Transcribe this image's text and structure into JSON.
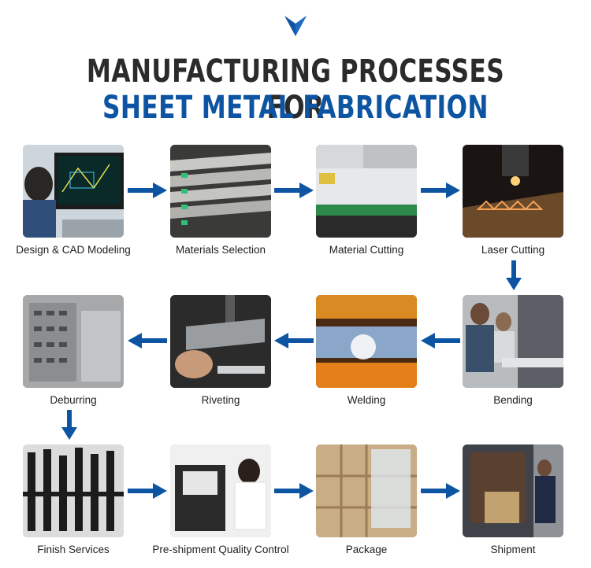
{
  "header": {
    "line1": "MANUFACTURING PROCESSES FOR",
    "line2": "SHEET METAL FABRICATION",
    "accent_color": "#0d55a3",
    "dark_color": "#2b2b2b"
  },
  "steps": [
    {
      "label": "Design & CAD Modeling"
    },
    {
      "label": "Materials Selection"
    },
    {
      "label": "Material Cutting"
    },
    {
      "label": "Laser Cutting"
    },
    {
      "label": "Bending"
    },
    {
      "label": "Welding"
    },
    {
      "label": "Riveting"
    },
    {
      "label": "Deburring"
    },
    {
      "label": "Finish Services"
    },
    {
      "label": "Pre-shipment Quality Control"
    },
    {
      "label": "Package"
    },
    {
      "label": "Shipment"
    }
  ],
  "arrow_color": "#0d55a3"
}
